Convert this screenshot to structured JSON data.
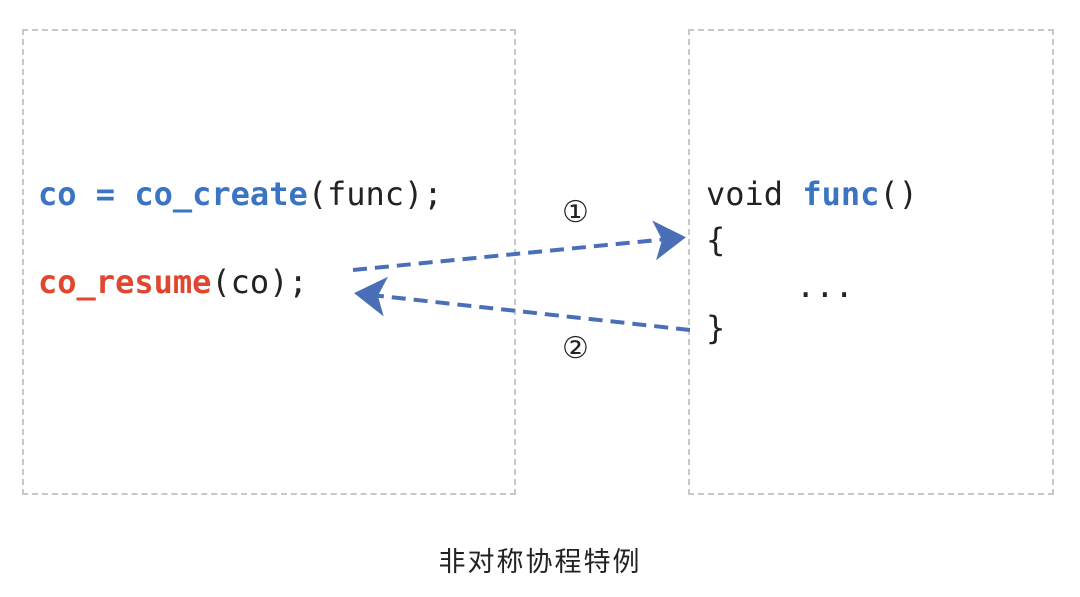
{
  "left_code": {
    "create": {
      "var": "co",
      "eq": " = ",
      "fn": "co_create",
      "args": "(func);"
    },
    "resume": {
      "fn": "co_resume",
      "args": "(co);"
    }
  },
  "right_code": {
    "void": "void ",
    "fn": "func",
    "parens": "()",
    "open_brace": "{",
    "ellipsis": "...",
    "close_brace": "}"
  },
  "steps": {
    "first": "①",
    "second": "②"
  },
  "caption": "非对称协程特例",
  "colors": {
    "blue": "#3a74c3",
    "red": "#e0472f",
    "arrow": "#4a6fb8",
    "border": "#c8c8c8"
  }
}
